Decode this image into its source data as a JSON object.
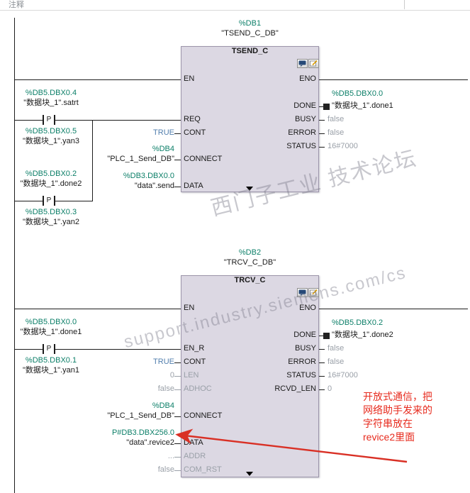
{
  "comment_bar": {
    "label": "注释"
  },
  "watermarks": {
    "diagonal_1": "西门子工业 技术论坛",
    "diagonal_2": "support.industry.siemens.com/cs"
  },
  "colors": {
    "operand_green": "#0c7f68",
    "constant_blue": "#537fae",
    "default_gray": "#9aa0a8",
    "block_fill": "#dcd8e3",
    "annotation_red": "#e72b1e"
  },
  "tsend": {
    "db": "%DB1",
    "db_name": "\"TSEND_C_DB\"",
    "title": "TSEND_C",
    "pins": {
      "en": "EN",
      "req": "REQ",
      "cont": "CONT",
      "connect": "CONNECT",
      "data": "DATA",
      "eno": "ENO",
      "done": "DONE",
      "busy": "BUSY",
      "error": "ERROR",
      "status": "STATUS"
    },
    "contact1": {
      "operand": "%DB5.DBX0.4",
      "symbol": "\"数据块_1\".satrt",
      "letter": "P",
      "mem_operand": "%DB5.DBX0.5",
      "mem_symbol": "\"数据块_1\".yan3"
    },
    "contact2": {
      "operand": "%DB5.DBX0.2",
      "symbol": "\"数据块_1\".done2",
      "letter": "P",
      "mem_operand": "%DB5.DBX0.3",
      "mem_symbol": "\"数据块_1\".yan2"
    },
    "inputs": {
      "cont_value": "TRUE",
      "connect_operand": "%DB4",
      "connect_symbol": "\"PLC_1_Send_DB\"",
      "data_operand": "%DB3.DBX0.0",
      "data_symbol": "\"data\".send"
    },
    "outputs": {
      "done_operand": "%DB5.DBX0.0",
      "done_symbol": "\"数据块_1\".done1",
      "busy_value": "false",
      "error_value": "false",
      "status_value": "16#7000"
    }
  },
  "trcv": {
    "db": "%DB2",
    "db_name": "\"TRCV_C_DB\"",
    "title": "TRCV_C",
    "pins": {
      "en": "EN",
      "en_r": "EN_R",
      "cont": "CONT",
      "len": "LEN",
      "adhoc": "ADHOC",
      "connect": "CONNECT",
      "data": "DATA",
      "addr": "ADDR",
      "com_rst": "COM_RST",
      "eno": "ENO",
      "done": "DONE",
      "busy": "BUSY",
      "error": "ERROR",
      "status": "STATUS",
      "rcvd_len": "RCVD_LEN"
    },
    "contact1": {
      "operand": "%DB5.DBX0.0",
      "symbol": "\"数据块_1\".done1",
      "letter": "P",
      "mem_operand": "%DB5.DBX0.1",
      "mem_symbol": "\"数据块_1\".yan1"
    },
    "inputs": {
      "cont_value": "TRUE",
      "len_value": "0",
      "adhoc_value": "false",
      "connect_operand": "%DB4",
      "connect_symbol": "\"PLC_1_Send_DB\"",
      "data_operand": "P#DB3.DBX256.0",
      "data_symbol": "\"data\".revice2",
      "addr_value": "...",
      "com_rst_value": "false"
    },
    "outputs": {
      "done_operand": "%DB5.DBX0.2",
      "done_symbol": "\"数据块_1\".done2",
      "busy_value": "false",
      "error_value": "false",
      "status_value": "16#7000",
      "rcvd_len_value": "0"
    }
  },
  "annotation": {
    "line1": "开放式通信，把",
    "line2": "网络助手发来的",
    "line3": "字符串放在",
    "line4": "revice2里面"
  }
}
